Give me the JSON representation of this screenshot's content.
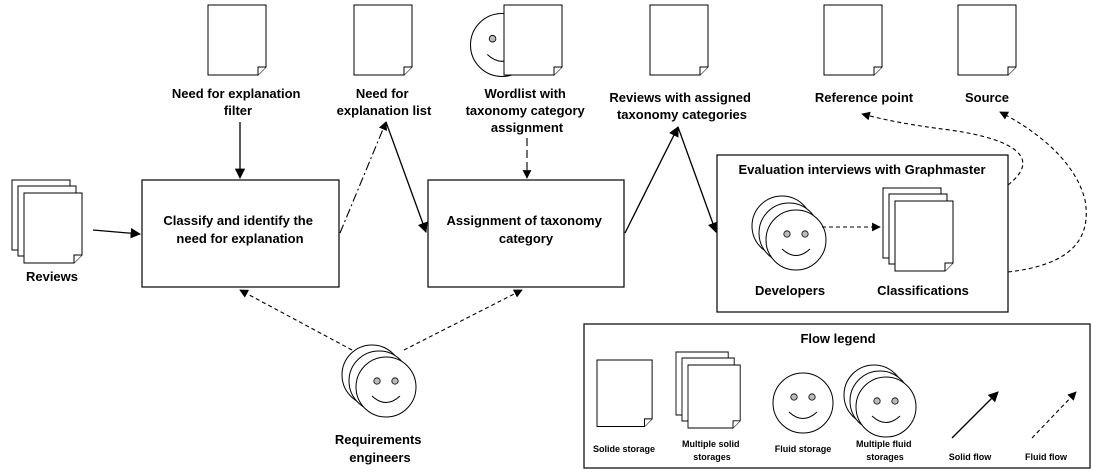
{
  "labels": {
    "need_filter": [
      "Need for explanation",
      "filter"
    ],
    "need_list": [
      "Need for",
      "explanation list"
    ],
    "wordlist": [
      "Wordlist with",
      "taxonomy category",
      "assignment"
    ],
    "reviews_assigned": [
      "Reviews with assigned",
      "taxonomy categories"
    ],
    "reference_point": "Reference point",
    "source": "Source",
    "reviews": "Reviews",
    "classify": [
      "Classify and identify the",
      "need for explanation"
    ],
    "assignment": [
      "Assignment of taxonomy",
      "category"
    ],
    "evaluation_title": "Evaluation interviews with Graphmaster",
    "developers": "Developers",
    "classifications": "Classifications",
    "requirements": [
      "Requirements",
      "engineers"
    ]
  },
  "legend": {
    "title": "Flow legend",
    "solid_storage": "Solide storage",
    "multiple_solid": [
      "Multiple solid",
      "storages"
    ],
    "fluid_storage": "Fluid storage",
    "multiple_fluid": [
      "Multiple fluid",
      "storages"
    ],
    "solid_flow": "Solid flow",
    "fluid_flow": "Fluid flow"
  }
}
